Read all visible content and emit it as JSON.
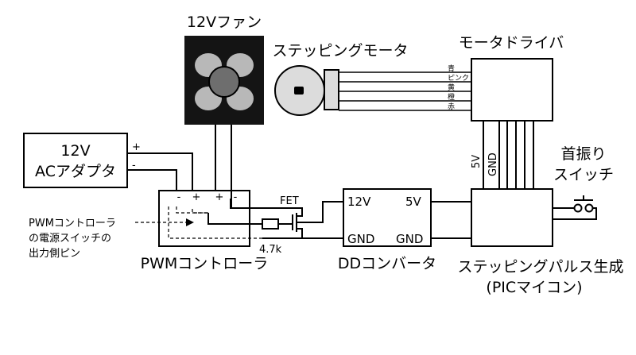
{
  "labels": {
    "fan": "12Vファン",
    "stepper_motor": "ステッピングモータ",
    "motor_driver": "モータドライバ",
    "adapter_line1": "12V",
    "adapter_line2": "ACアダプタ",
    "adapter_plus": "+",
    "adapter_minus": "-",
    "pwm_controller": "PWMコントローラ",
    "pwm_pins": [
      "-",
      "+",
      "+",
      "-"
    ],
    "pwm_note_line1": "PWMコントローラ",
    "pwm_note_line2": "の電源スイッチの",
    "pwm_note_line3": "出力側ピン",
    "fet": "FET",
    "resistor": "4.7k",
    "dd_converter": "DDコンバータ",
    "dd_12v": "12V",
    "dd_5v": "5V",
    "dd_gnd_left": "GND",
    "dd_gnd_right": "GND",
    "pulse_gen_line1": "ステッピングパルス生成",
    "pulse_gen_line2": "(PICマイコン)",
    "neck_switch_line1": "首振り",
    "neck_switch_line2": "スイッチ",
    "driver_5v": "5V",
    "driver_gnd": "GND",
    "wire_colors": [
      "青",
      "ピンク",
      "黄",
      "橙",
      "赤"
    ]
  },
  "colors": {
    "fan_frame": "#141414",
    "fan_blade": "#b8b8b8",
    "fan_hub": "#6e6e6e",
    "motor_body": "#dcdcdc"
  }
}
